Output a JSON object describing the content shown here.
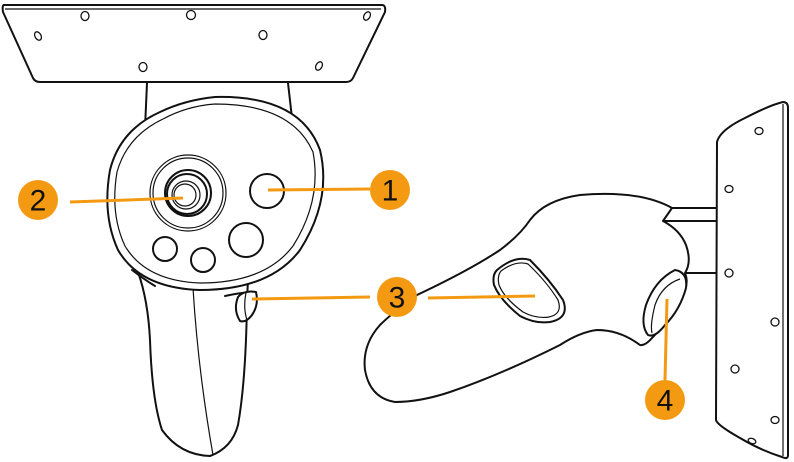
{
  "colors": {
    "callout": "#F39A12",
    "line": "#111111"
  },
  "callouts": [
    {
      "number": "1",
      "target": "menu-button"
    },
    {
      "number": "2",
      "target": "thumbstick"
    },
    {
      "number": "3",
      "target": "trackpad-and-grab"
    },
    {
      "number": "4",
      "target": "trigger"
    }
  ]
}
